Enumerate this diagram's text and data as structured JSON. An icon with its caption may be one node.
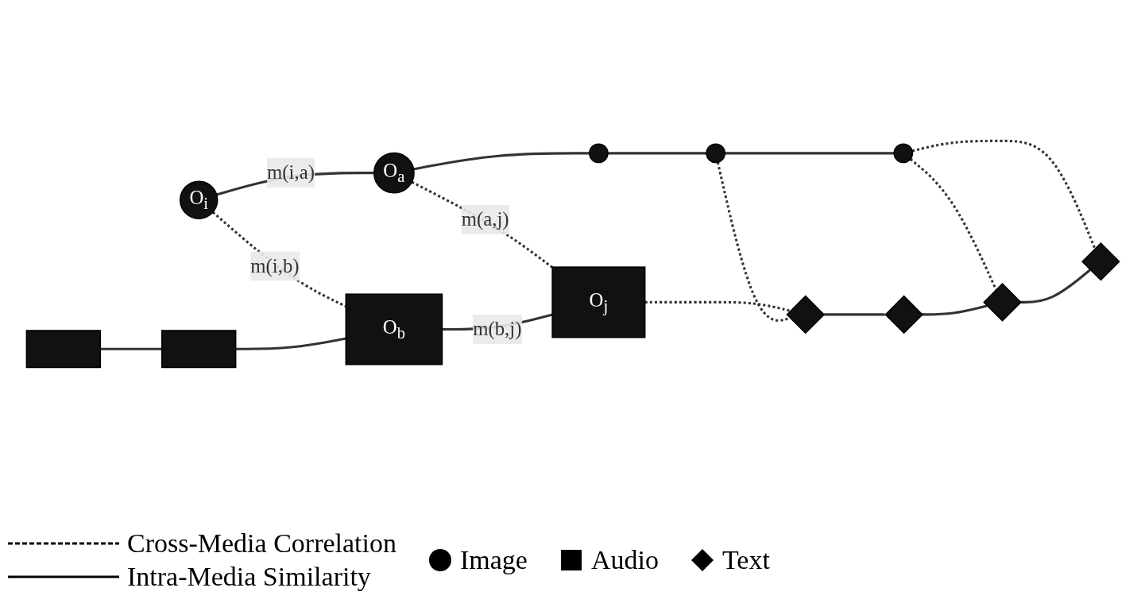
{
  "diagram": {
    "nodes": [
      {
        "text": [],
        "shape": "circle"
      },
      {
        "text": [],
        "shape": "circle"
      },
      {
        "text": [],
        "shape": "circle"
      },
      {
        "text": [
          "O$_{i}$"
        ]
      },
      {
        "text": [
          "O$_{a}$"
        ]
      },
      {
        "text": [],
        "shape": "box"
      },
      {
        "text": [],
        "shape": "diamond"
      },
      {
        "text": [
          "O$_{b}$"
        ]
      },
      {
        "text": [],
        "shape": "diamond"
      },
      {
        "text": [
          "O$_{j}$"
        ]
      },
      {
        "text": [],
        "shape": "box"
      },
      {
        "text": [],
        "shape": "diamond"
      },
      {
        "text": [],
        "shape": "diamond"
      }
    ],
    "edges": [
      {
        "from": 3,
        "to": 4,
        "arrow": "none",
        "label": "m(i,a)"
      },
      {
        "from": 4,
        "to": 0,
        "arrow": "none"
      },
      {
        "from": 0,
        "to": 1,
        "arrow": "none"
      },
      {
        "from": 1,
        "to": 2,
        "arrow": "none"
      },
      {
        "from": 3,
        "to": 7,
        "arrow": "none",
        "label": "m(i,b)",
        "style": "dashed"
      },
      {
        "from": 4,
        "to": 9,
        "arrow": "none",
        "label": "m(a,j)",
        "style": "dashed"
      },
      {
        "from": 5,
        "to": 10,
        "arrow": "none"
      },
      {
        "from": 10,
        "to": 7,
        "arrow": "none"
      },
      {
        "from": 7,
        "to": 9,
        "arrow": "none",
        "label": "m(b,j)"
      },
      {
        "from": 9,
        "to": 6,
        "arrow": "none",
        "style": "dashed"
      },
      {
        "from": 1,
        "to": 6,
        "arrow": "none",
        "style": "dashed"
      },
      {
        "from": 2,
        "to": 11,
        "arrow": "none",
        "style": "dashed"
      },
      {
        "from": 2,
        "to": 12,
        "arrow": "none",
        "style": "dashed"
      },
      {
        "from": 6,
        "to": 8,
        "arrow": "none"
      },
      {
        "from": 8,
        "to": 11,
        "arrow": "none"
      },
      {
        "from": 11,
        "to": 12,
        "arrow": "none"
      }
    ],
    "legend": [
      {
        "text": "Cross-Media Correlation"
      },
      {
        "text": "Intra-Media Similarity"
      },
      {
        "text": "Image"
      },
      {
        "text": "Audio"
      },
      {
        "text": "Text"
      }
    ]
  }
}
